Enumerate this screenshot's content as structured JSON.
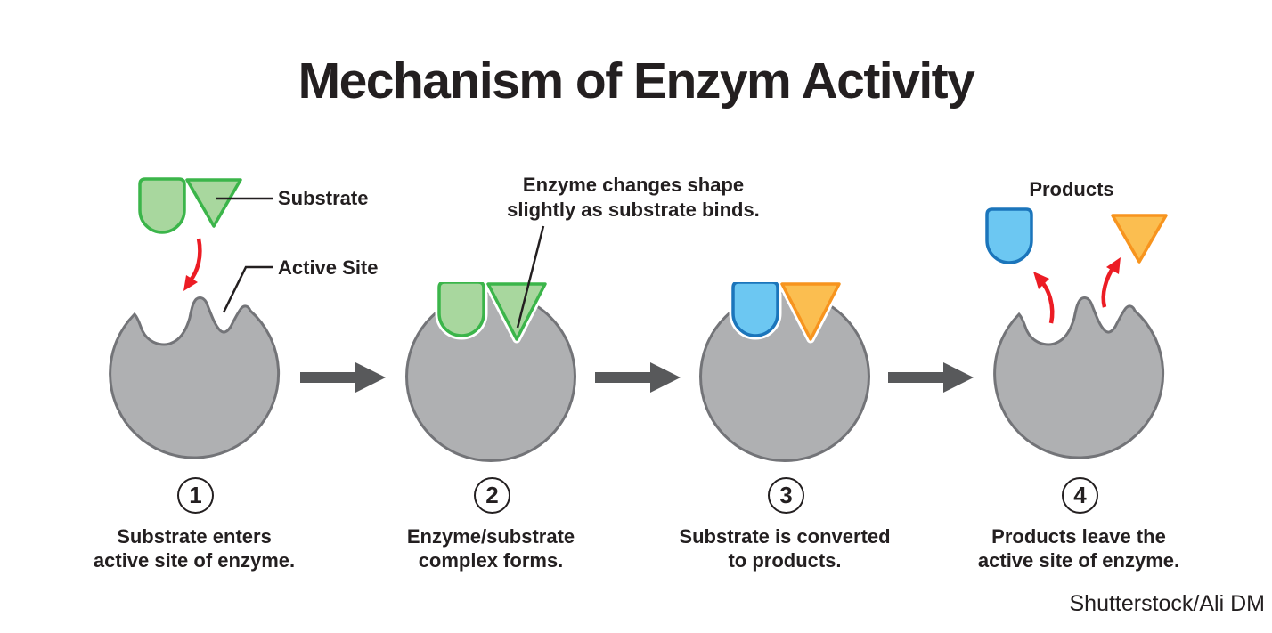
{
  "title": "Mechanism of Enzym Activity",
  "watermark": "Shutterstock/Ali DM",
  "labels": {
    "substrate": "Substrate",
    "active_site": "Active Site",
    "products": "Products",
    "note_line1": "Enzyme changes shape",
    "note_line2": "slightly as substrate binds."
  },
  "steps": [
    {
      "number": "1",
      "caption_line1": "Substrate enters",
      "caption_line2": "active site of enzyme."
    },
    {
      "number": "2",
      "caption_line1": "Enzyme/substrate",
      "caption_line2": "complex forms."
    },
    {
      "number": "3",
      "caption_line1": "Substrate is converted",
      "caption_line2": "to products."
    },
    {
      "number": "4",
      "caption_line1": "Products leave the",
      "caption_line2": "active site of enzyme."
    }
  ],
  "colors": {
    "substrate_green_fill": "#A8D79E",
    "substrate_green_stroke": "#3BB54A",
    "product_blue_fill": "#6CC7F2",
    "product_blue_stroke": "#1B75BB",
    "product_orange_fill": "#FBBE50",
    "product_orange_stroke": "#F7941E",
    "enzyme_gray_fill": "#AFB0B2",
    "enzyme_gray_stroke": "#737478",
    "arrow_gray": "#58595B",
    "arrow_red": "#EC1C24",
    "line_black": "#231F20"
  }
}
